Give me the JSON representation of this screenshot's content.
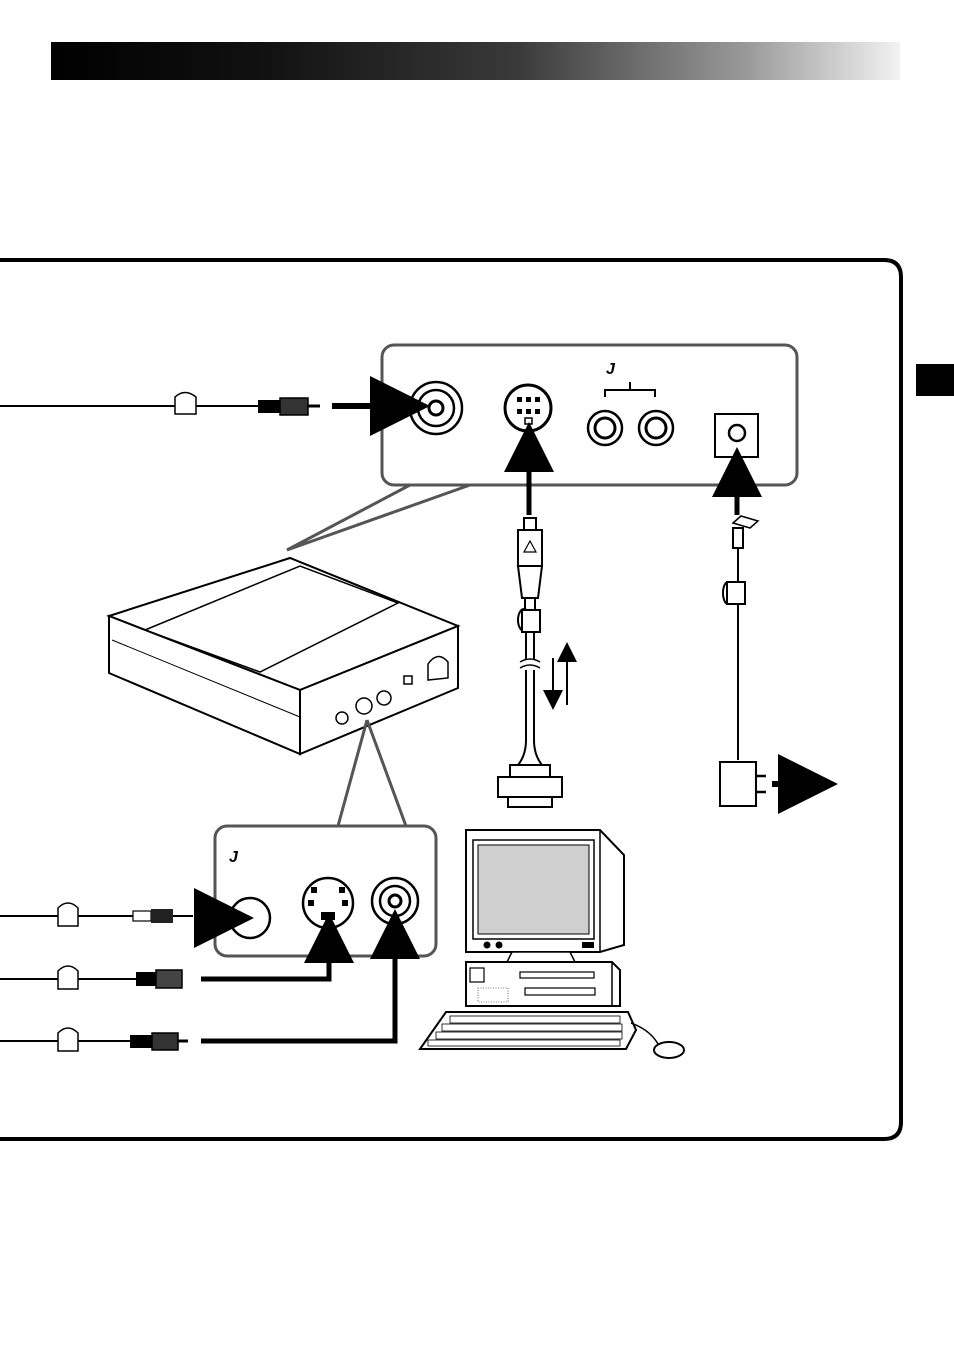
{
  "header": {
    "title": ""
  },
  "side_tab": {
    "label": ""
  },
  "diagram": {
    "jack_marks": [
      "J",
      "J"
    ],
    "signal_arrows": [
      "down",
      "up"
    ],
    "colors": {
      "ink": "#000000",
      "panel_border": "#555555",
      "screen": "#cfcfcf",
      "tab": "#000000"
    }
  }
}
